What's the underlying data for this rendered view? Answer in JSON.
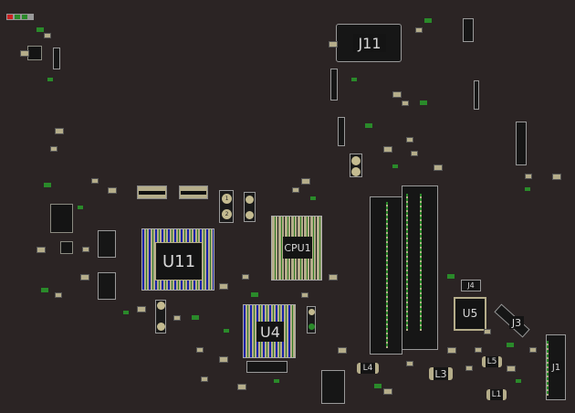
{
  "board": {
    "designators": {
      "j11": "J11",
      "u11": "U11",
      "cpu1": "CPU1",
      "u4": "U4",
      "u5": "U5",
      "j4": "J4",
      "j3": "J3",
      "j1": "J1",
      "l4": "L4",
      "l3": "L3",
      "l5": "L5",
      "l1": "L1"
    },
    "pin_labels": {
      "pin1": "1",
      "pin2": "2"
    }
  },
  "colors": {
    "background": "#2b2424",
    "pad": "#c4bb90",
    "via_green": "#2a8a2a",
    "via_blue": "#1a22aa"
  }
}
